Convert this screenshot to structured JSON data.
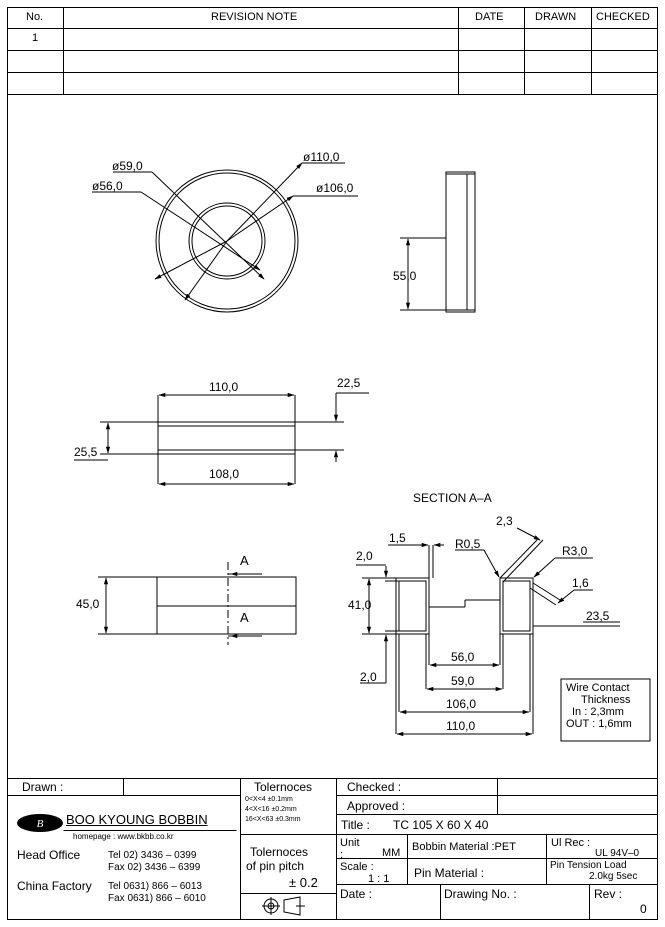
{
  "revision_table": {
    "headers": {
      "no": "No.",
      "note": "REVISION NOTE",
      "date": "DATE",
      "drawn": "DRAWN",
      "checked": "CHECKED"
    },
    "rows": [
      {
        "no": "1"
      },
      {
        "no": ""
      },
      {
        "no": ""
      }
    ]
  },
  "views": {
    "top": {
      "d_outer": "ø110,0",
      "d_outer_inner": "ø106,0",
      "d_inner_outer": "ø59,0",
      "d_inner": "ø56,0"
    },
    "side": {
      "height": "55,0"
    },
    "front": {
      "top_width": "110,0",
      "bottom_width": "108,0",
      "right_height": "22,5",
      "left_height": "25,5"
    },
    "elevation": {
      "height": "45,0",
      "section_mark_top": "A",
      "section_mark_bottom": "A"
    },
    "section": {
      "title": "SECTION A–A",
      "dims": {
        "wall_top": "1,5",
        "radius_inner": "R0,5",
        "chamfer": "2,3",
        "radius_outer": "R3,0",
        "flange": "1,6",
        "right_depth": "23,5",
        "left_top": "2,0",
        "height": "41,0",
        "left_bottom": "2,0",
        "d56": "56,0",
        "d59": "59,0",
        "d106": "106,0",
        "d110": "110,0"
      }
    },
    "wire_contact": {
      "line1": "Wire Contact",
      "line2": "Thickness",
      "line3": "In : 2,3mm",
      "line4": "OUT : 1,6mm"
    }
  },
  "title_block": {
    "drawn_label": "Drawn :",
    "company": {
      "name": "BOO KYOUNG BOBBIN",
      "homepage": "homepage : www.bkbb.co.kr",
      "head_office": "Head Office",
      "head_tel": "Tel 02) 3436 – 0399",
      "head_fax": "Fax 02) 3436 – 6399",
      "china_factory": "China Factory",
      "china_tel": "Tel 0631) 866 – 6013",
      "china_fax": "Fax 0631) 866 – 6010"
    },
    "tolerances": {
      "title": "Tolernoces",
      "row1": "0<X<4   ±0.1mm",
      "row2": "4<X<16  ±0.2mm",
      "row3": "16<X<63 ±0.3mm",
      "pin_pitch_1": "Tolernoces",
      "pin_pitch_2": "of pin pitch",
      "pin_pitch_value": "± 0.2"
    },
    "checked_label": "Checked :",
    "approved_label": "Approved :",
    "title_label": "Title :",
    "title_value": "TC 105 X 60 X 40",
    "unit_label": "Unit",
    "unit_value": "MM",
    "unit_colon": ":",
    "bobbin_material": "Bobbin Material :PET",
    "ul_rec_label": "Ul Rec :",
    "ul_rec_value": "UL 94V–0",
    "scale_label": "Scale :",
    "scale_value": "1 : 1",
    "pin_material": "Pin Material :",
    "pin_tension_label": "Pin Tension Load",
    "pin_tension_value": "2.0kg 5sec",
    "date_label": "Date :",
    "drawing_no_label": "Drawing No. :",
    "rev_label": "Rev :",
    "rev_value": "0"
  }
}
